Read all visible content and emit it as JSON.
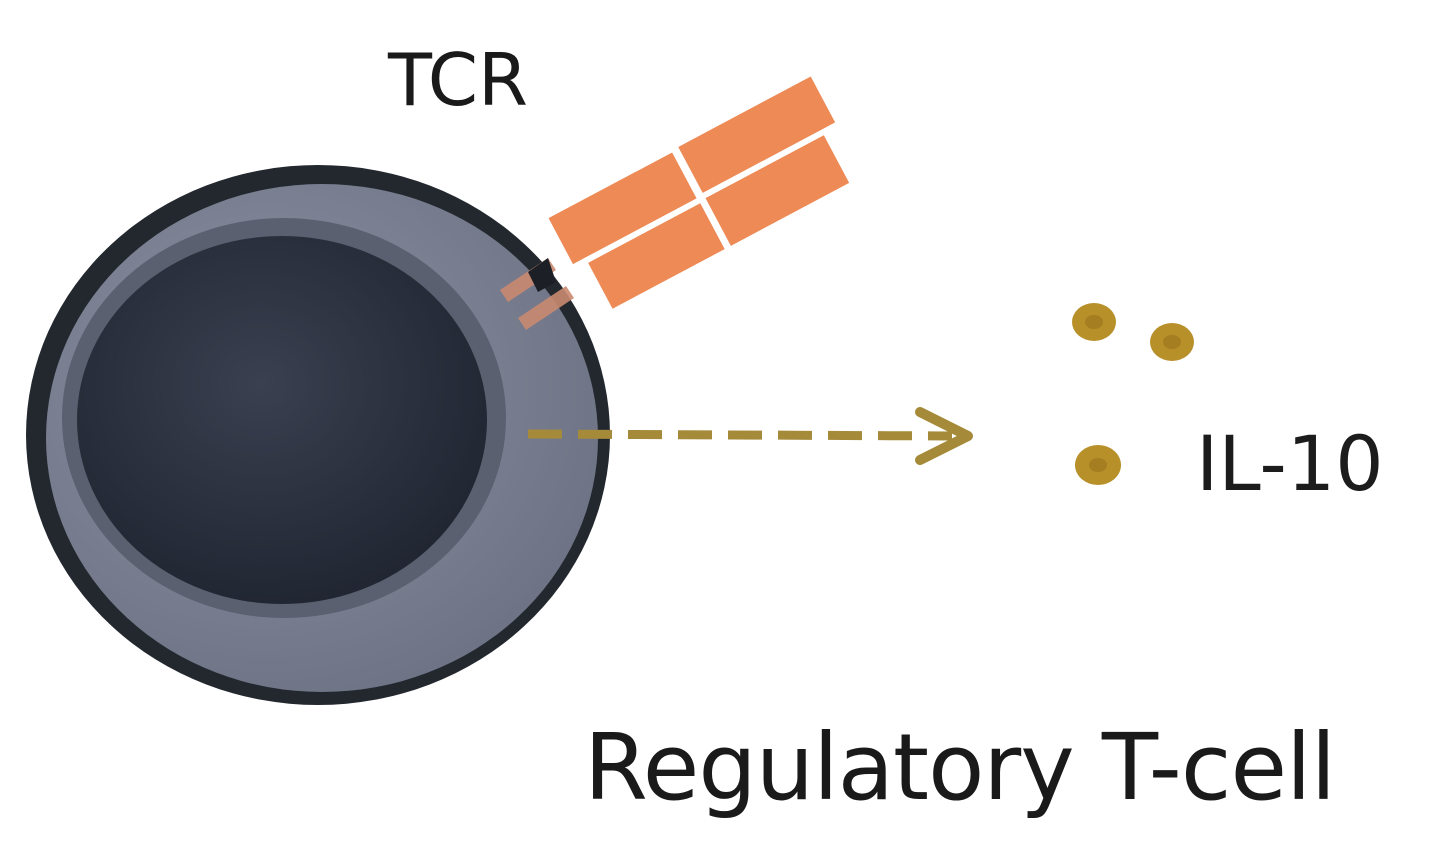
{
  "labels": {
    "receptor": "TCR",
    "cytokine": "IL-10",
    "cell": "Regulatory T-cell"
  },
  "colors": {
    "cell_outline": "#23282f",
    "cytoplasm": "#7d8394",
    "nucleus": "#2c3140",
    "receptor": "#ee8a55",
    "cytokine": "#b8902a",
    "arrow": "#a58a3a"
  },
  "icons": {
    "cell": "t-cell-icon",
    "receptor": "tcr-receptor-icon",
    "cytokine": "cytokine-dot-icon",
    "arrow": "dashed-arrow-icon"
  }
}
